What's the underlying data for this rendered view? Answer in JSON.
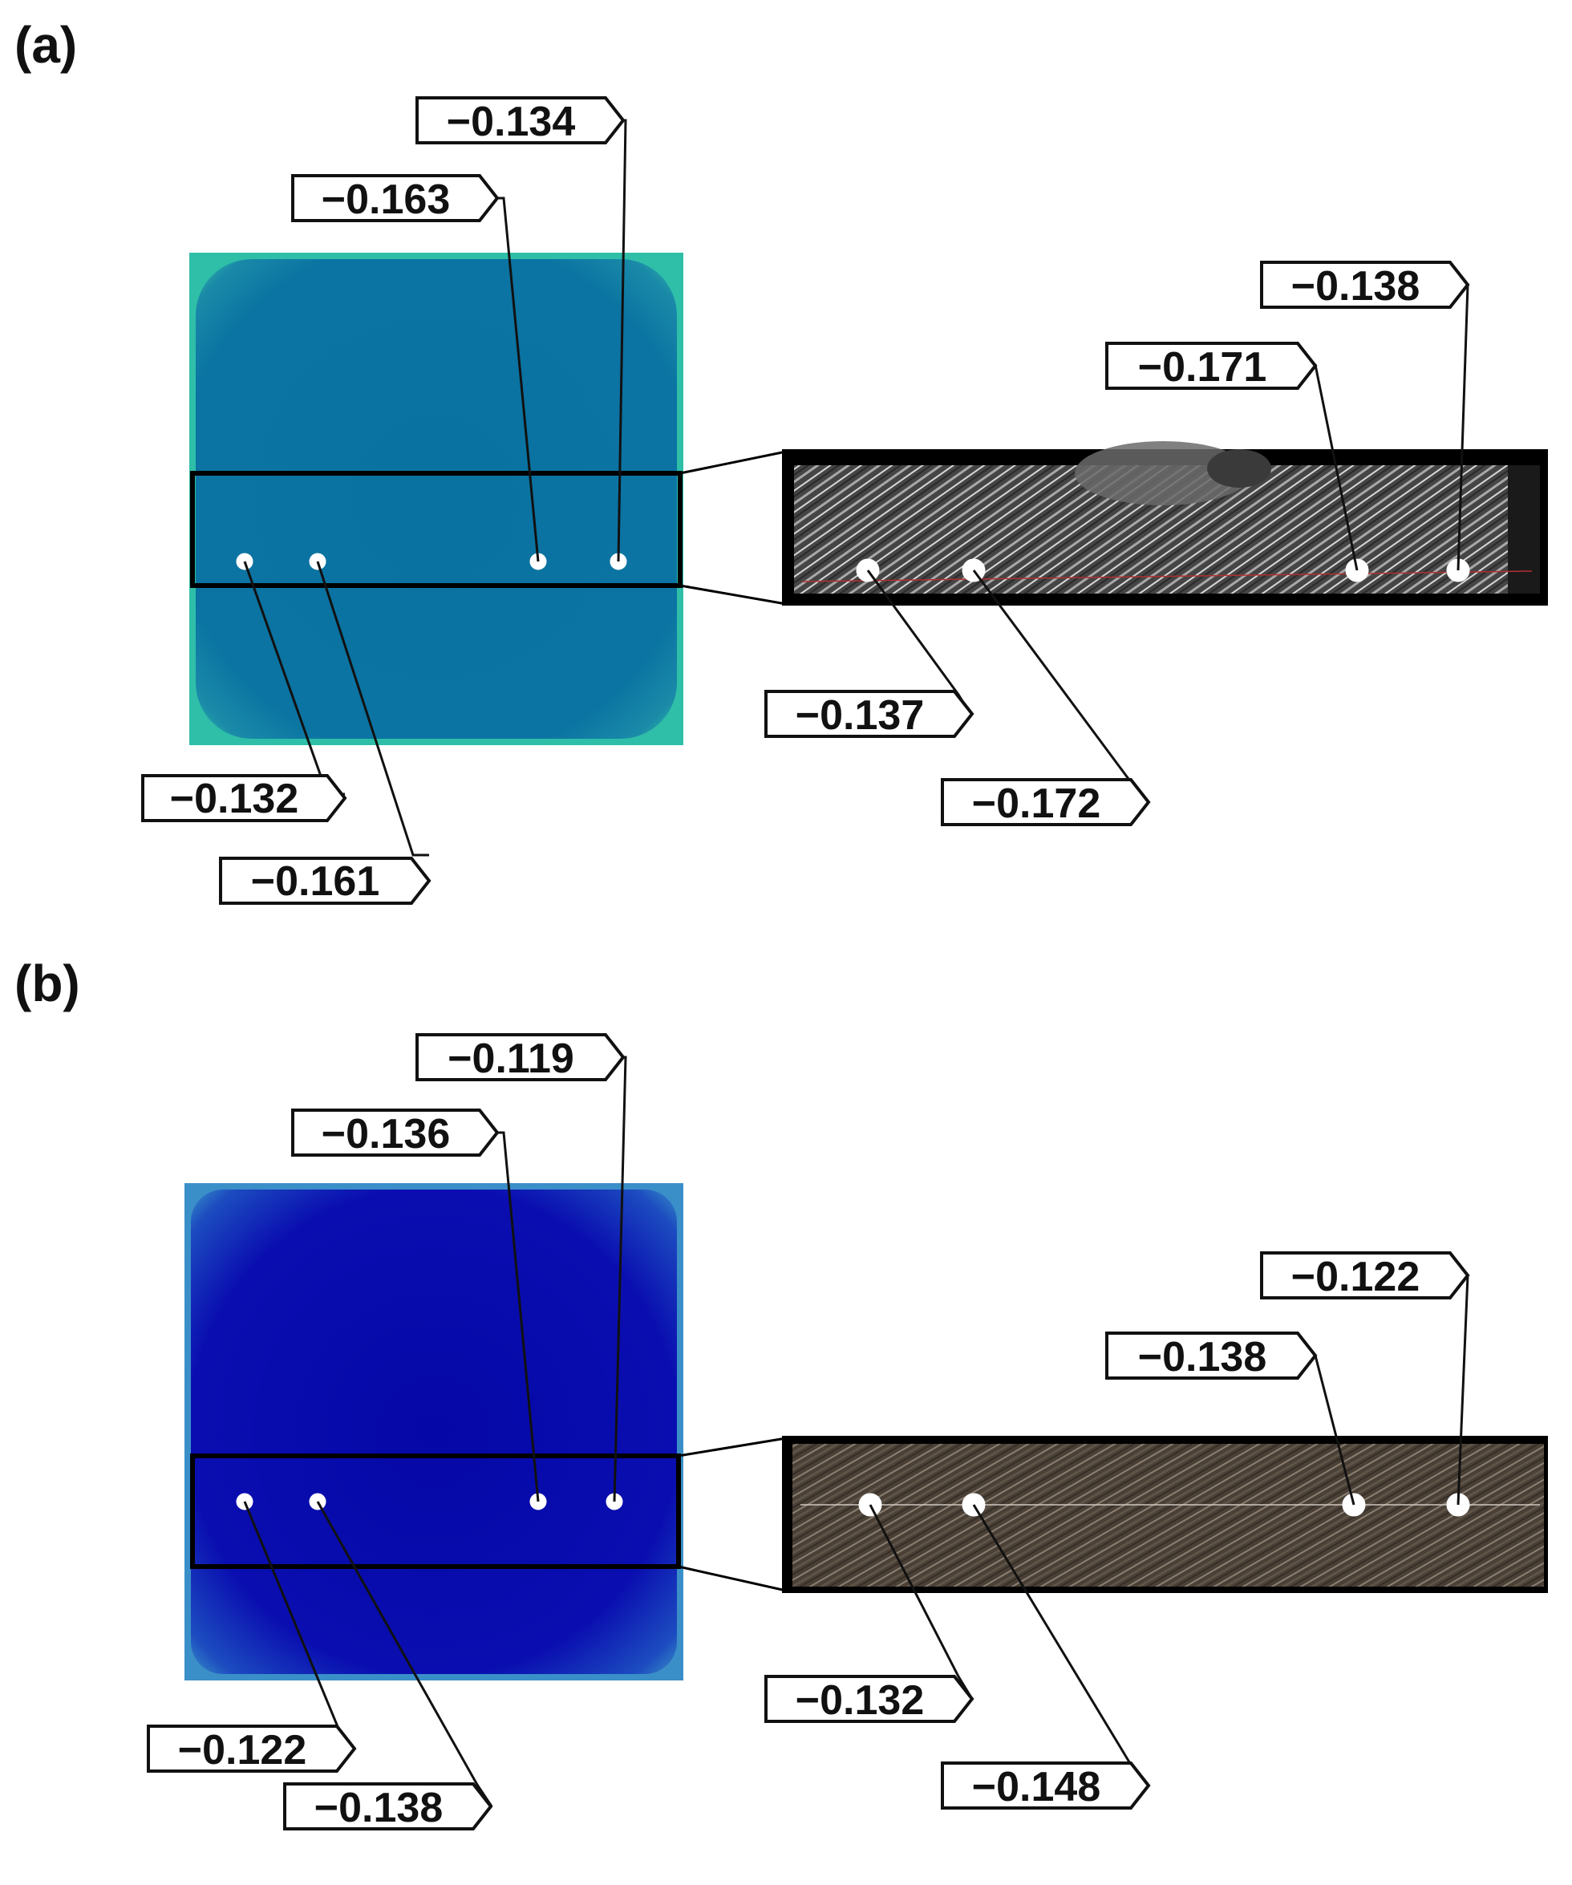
{
  "panels": [
    {
      "label": "(a)",
      "colors": {
        "contour_fill": "#0a72a0",
        "contour_edge": "#2fbfa8",
        "photo_base": "#3a3a3a"
      },
      "model_callouts": [
        {
          "id": "a-m1",
          "value": "−0.132"
        },
        {
          "id": "a-m2",
          "value": "−0.161"
        },
        {
          "id": "a-m3",
          "value": "−0.163"
        },
        {
          "id": "a-m4",
          "value": "−0.134"
        }
      ],
      "specimen_callouts": [
        {
          "id": "a-s1",
          "value": "−0.137"
        },
        {
          "id": "a-s2",
          "value": "−0.172"
        },
        {
          "id": "a-s3",
          "value": "−0.171"
        },
        {
          "id": "a-s4",
          "value": "−0.138"
        }
      ]
    },
    {
      "label": "(b)",
      "colors": {
        "contour_fill": "#0a0aa8",
        "contour_edge": "#3a8fc8",
        "photo_base": "#4a4038"
      },
      "model_callouts": [
        {
          "id": "b-m1",
          "value": "−0.122"
        },
        {
          "id": "b-m2",
          "value": "−0.138"
        },
        {
          "id": "b-m3",
          "value": "−0.136"
        },
        {
          "id": "b-m4",
          "value": "−0.119"
        }
      ],
      "specimen_callouts": [
        {
          "id": "b-s1",
          "value": "−0.132"
        },
        {
          "id": "b-s2",
          "value": "−0.148"
        },
        {
          "id": "b-s3",
          "value": "−0.138"
        },
        {
          "id": "b-s4",
          "value": "−0.122"
        }
      ]
    }
  ]
}
